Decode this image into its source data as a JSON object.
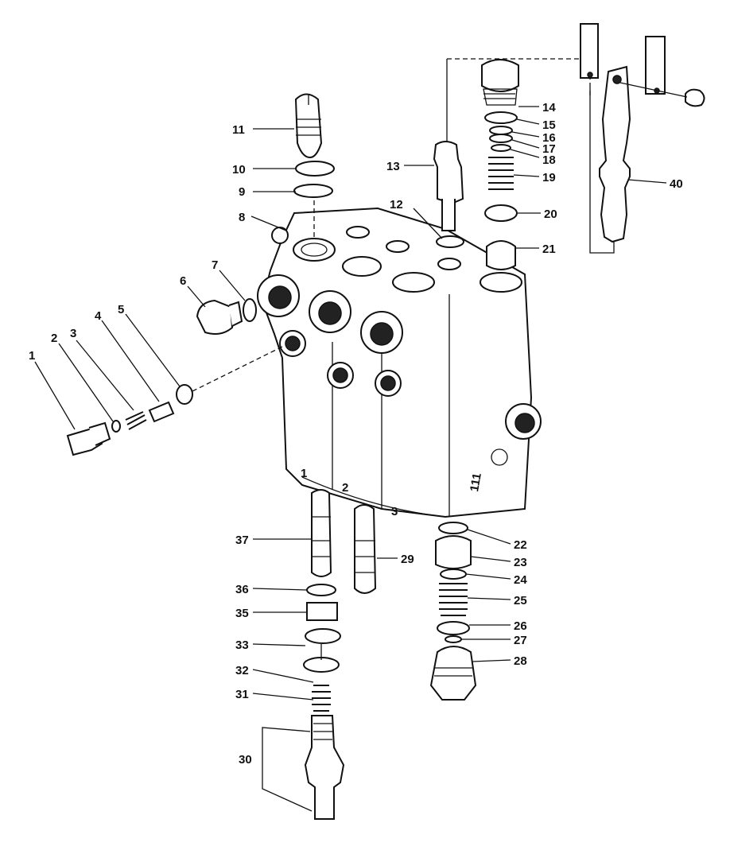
{
  "parts": [
    {
      "id": "p1",
      "label": "1"
    },
    {
      "id": "p2",
      "label": "2"
    },
    {
      "id": "p3",
      "label": "3"
    },
    {
      "id": "p4",
      "label": "4"
    },
    {
      "id": "p5",
      "label": "5"
    },
    {
      "id": "p6",
      "label": "6"
    },
    {
      "id": "p7",
      "label": "7"
    },
    {
      "id": "p8",
      "label": "8"
    },
    {
      "id": "p9",
      "label": "9"
    },
    {
      "id": "p10",
      "label": "10"
    },
    {
      "id": "p11",
      "label": "11"
    },
    {
      "id": "p12",
      "label": "12"
    },
    {
      "id": "p13",
      "label": "13"
    },
    {
      "id": "p14",
      "label": "14"
    },
    {
      "id": "p15",
      "label": "15"
    },
    {
      "id": "p16",
      "label": "16"
    },
    {
      "id": "p17",
      "label": "17"
    },
    {
      "id": "p18",
      "label": "18"
    },
    {
      "id": "p19",
      "label": "19"
    },
    {
      "id": "p20",
      "label": "20"
    },
    {
      "id": "p21",
      "label": "21"
    },
    {
      "id": "p22",
      "label": "22"
    },
    {
      "id": "p23",
      "label": "23"
    },
    {
      "id": "p24",
      "label": "24"
    },
    {
      "id": "p25",
      "label": "25"
    },
    {
      "id": "p26",
      "label": "26"
    },
    {
      "id": "p27",
      "label": "27"
    },
    {
      "id": "p28",
      "label": "28"
    },
    {
      "id": "p29",
      "label": "29"
    },
    {
      "id": "p30",
      "label": "30"
    },
    {
      "id": "p31",
      "label": "31"
    },
    {
      "id": "p32",
      "label": "32"
    },
    {
      "id": "p33",
      "label": "33"
    },
    {
      "id": "p35",
      "label": "35"
    },
    {
      "id": "p36",
      "label": "36"
    },
    {
      "id": "p37",
      "label": "37"
    },
    {
      "id": "p40",
      "label": "40"
    }
  ],
  "body_marks": {
    "mark_left": "1",
    "mark_mid": "2",
    "mark_right": "3",
    "mark_side": "111"
  }
}
